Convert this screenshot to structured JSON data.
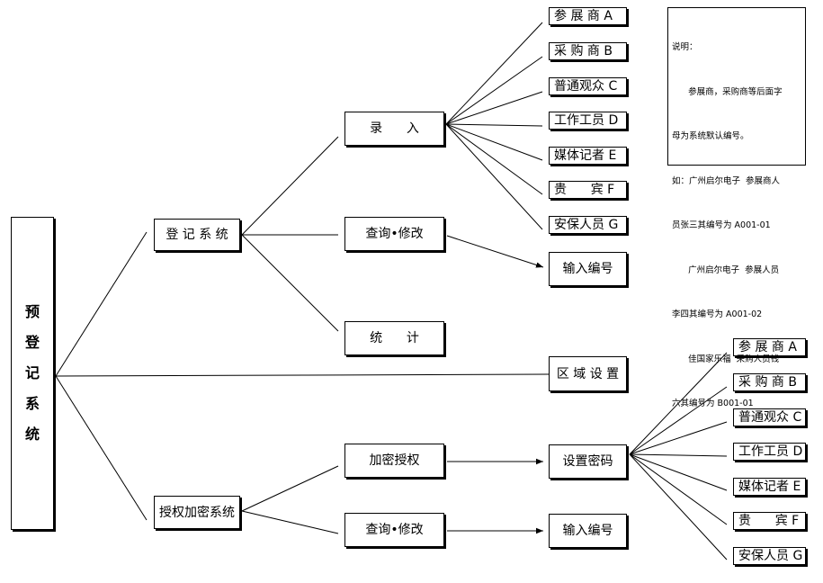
{
  "root": {
    "label": "预登记系统",
    "chars": [
      "预",
      "登",
      "记",
      "系",
      "统"
    ]
  },
  "level1": {
    "register": "登 记 系 统",
    "region": "区 域 设 置",
    "auth": "授权加密系统"
  },
  "register_children": {
    "entry": "录      入",
    "query": "查询•修改",
    "stats": "统      计"
  },
  "query_target": "输入编号",
  "auth_children": {
    "encrypt": "加密授权",
    "query": "查询•修改"
  },
  "auth_targets": {
    "password": "设置密码",
    "input_no": "输入编号"
  },
  "types_top": [
    "参 展 商 A",
    "采 购 商 B",
    "普通观众 C",
    "工作工员 D",
    "媒体记者 E",
    "贵      宾 F",
    "安保人员 G"
  ],
  "types_bottom": [
    "参 展 商 A",
    "采 购 商 B",
    "普通观众 C",
    "工作工员 D",
    "媒体记者 E",
    "贵      宾 F",
    "安保人员 G"
  ],
  "note": {
    "lines": [
      "说明：",
      "      参展商，采购商等后面字",
      "母为系统默认编号。",
      "如：广州启尔电子  参展商人",
      "员张三其编号为 A001-01",
      "      广州启尔电子  参展人员",
      "李四其编号为 A001-02",
      "      佳国家乐福  采购人员钱",
      "六其编号为 B001-01"
    ]
  }
}
